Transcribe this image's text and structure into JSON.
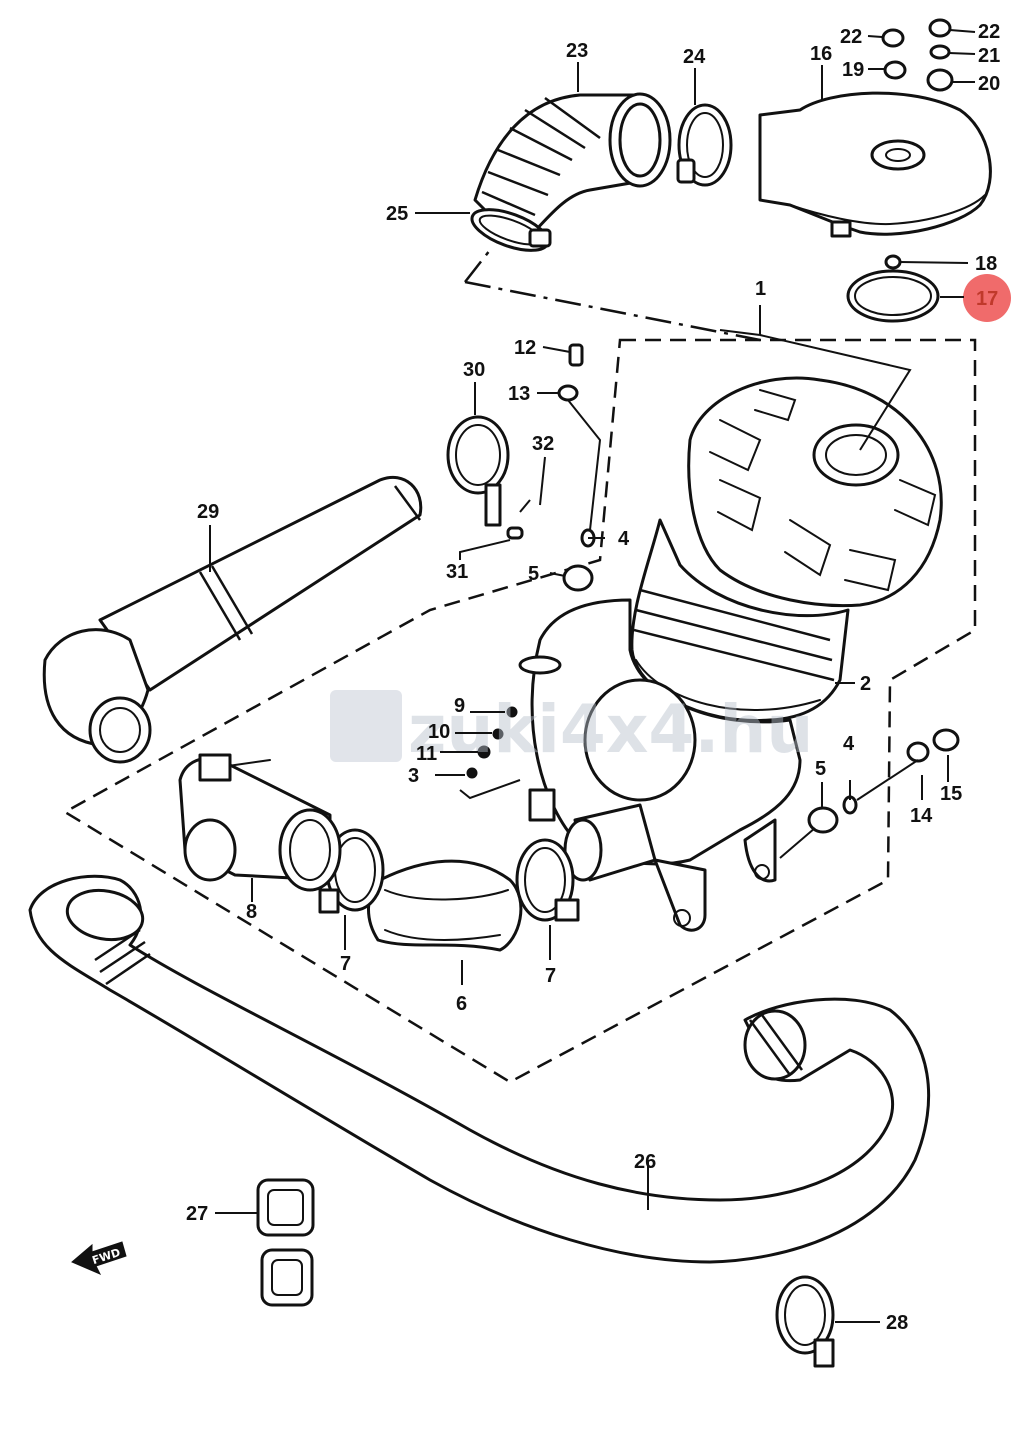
{
  "parts": [
    {
      "label": "1"
    },
    {
      "label": "2"
    },
    {
      "label": "3"
    },
    {
      "label": "4"
    },
    {
      "label": "4"
    },
    {
      "label": "5"
    },
    {
      "label": "5"
    },
    {
      "label": "6"
    },
    {
      "label": "7"
    },
    {
      "label": "7"
    },
    {
      "label": "8"
    },
    {
      "label": "9"
    },
    {
      "label": "10"
    },
    {
      "label": "11"
    },
    {
      "label": "12"
    },
    {
      "label": "13"
    },
    {
      "label": "14"
    },
    {
      "label": "15"
    },
    {
      "label": "16"
    },
    {
      "label": "17"
    },
    {
      "label": "18"
    },
    {
      "label": "19"
    },
    {
      "label": "20"
    },
    {
      "label": "21"
    },
    {
      "label": "22"
    },
    {
      "label": "22"
    },
    {
      "label": "23"
    },
    {
      "label": "24"
    },
    {
      "label": "25"
    },
    {
      "label": "26"
    },
    {
      "label": "27"
    },
    {
      "label": "28"
    },
    {
      "label": "29"
    },
    {
      "label": "30"
    },
    {
      "label": "31"
    },
    {
      "label": "32"
    }
  ],
  "highlight": {
    "label": "17",
    "color": "#f06b6b"
  },
  "direction_badge": "FWD",
  "watermark": {
    "text": "zuki4x4.hu",
    "logo": "suzuki-s-logo"
  }
}
